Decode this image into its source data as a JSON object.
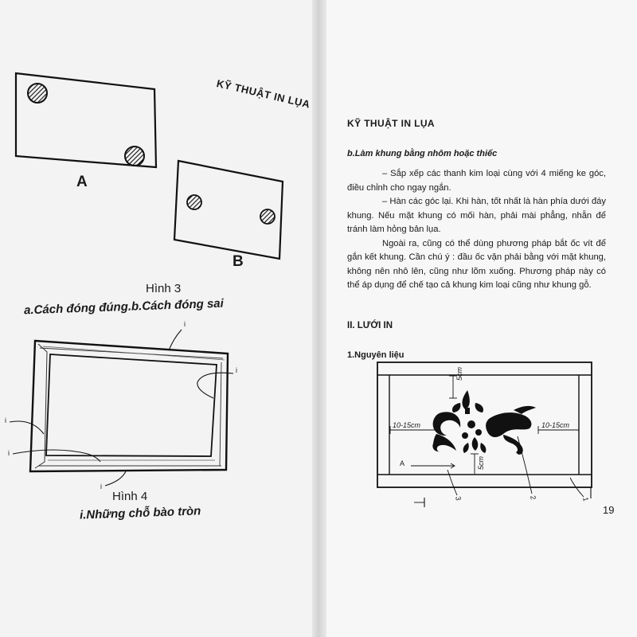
{
  "left_page": {
    "running_header": "KỸ THUẬT IN LỤA",
    "figure3": {
      "label_a": "A",
      "label_b": "B",
      "caption_title": "Hình 3",
      "caption_text": "a.Cách đóng đúng.b.Cách đóng sai"
    },
    "figure4": {
      "callout": "i",
      "caption_title": "Hình 4",
      "caption_text": "i.Những chỗ bào tròn"
    }
  },
  "right_page": {
    "running_header": "KỸ THUẬT IN LỤA",
    "section_b_title": "b.Làm khung bằng nhôm hoặc thiếc",
    "paragraphs": [
      "– Sắp xếp các thanh kim loại cùng với 4 miếng ke góc, điều chỉnh cho ngay ngắn.",
      "– Hàn các góc lại. Khi hàn, tốt nhất là hàn phía dưới đáy khung. Nếu mặt khung có mối hàn, phải mài phẳng, nhẵn để tránh làm hỏng bản lụa.",
      "Ngoài ra, cũng có thể dùng phương pháp bắt ốc vít để gắn kết khung. Cần chú ý : đầu ốc vặn phải bằng với mặt khung, không nên nhô lên, cũng như lõm xuống. Phương pháp này có thể áp dụng để chế tạo cả khung kim loại cũng như khung gỗ."
    ],
    "section_ii_title": "II. LƯỚI IN",
    "section_1_title": "1.Nguyên liệu",
    "diagram": {
      "dim_top": "5cm",
      "dim_bottom": "5cm",
      "dim_left": "10-15cm",
      "dim_right": "10-15cm",
      "label_a": "A",
      "callouts": [
        "3",
        "2",
        "1"
      ]
    },
    "page_number": "19"
  }
}
